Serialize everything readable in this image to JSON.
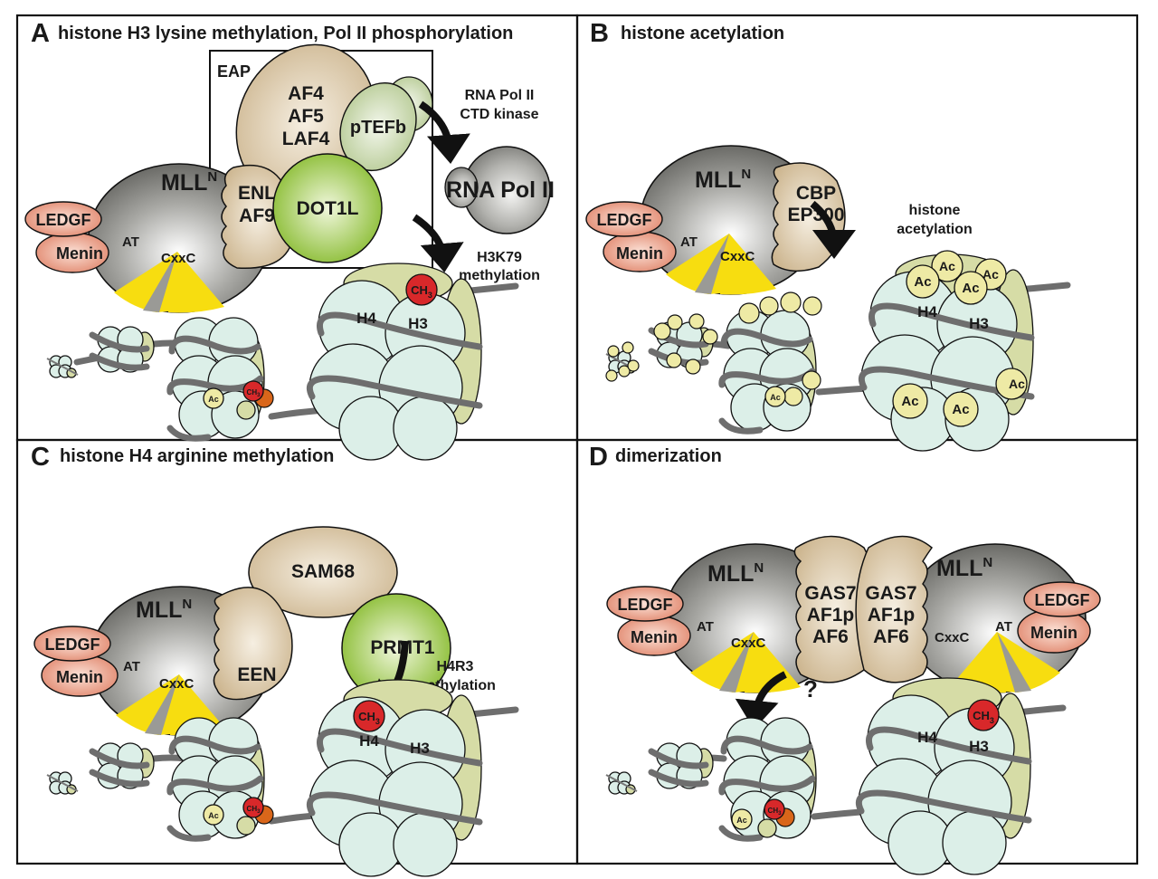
{
  "figure": {
    "colors": {
      "mll": "#8c8c88",
      "ledgf_menin": "#ec9a80",
      "at_cxxc": "#f7dd10",
      "partner_tan": "#d9c6a0",
      "dot1l_prmt1": "#9cc74a",
      "ptefb": "#c6d6ac",
      "rna_pol": "#9a9a96",
      "ch3": "#d8282a",
      "ac": "#eeeaa5",
      "histone": "#dcefe8",
      "dna": "#6e6e6e"
    },
    "common": {
      "mll": "MLL",
      "mll_sup": "N",
      "ledgf": "LEDGF",
      "menin": "Menin",
      "at": "AT",
      "cxxc": "CxxC",
      "h4": "H4",
      "h3": "H3",
      "ch3": "CH",
      "ch3_sub": "3",
      "ac": "Ac"
    },
    "panels": [
      {
        "letter": "A",
        "title": "histone H3 lysine methylation, Pol II phosphorylation",
        "complex_label": "EAP",
        "proteins": [
          "AF4",
          "AF5",
          "LAF4",
          "pTEFb",
          "ENL",
          "AF9",
          "DOT1L",
          "RNA Pol II"
        ],
        "annotations": [
          {
            "line1": "RNA Pol II",
            "line2": "CTD kinase"
          },
          {
            "line1": "H3K79",
            "line2": "methylation"
          }
        ]
      },
      {
        "letter": "B",
        "title": "histone acetylation",
        "proteins": [
          "CBP",
          "EP300"
        ],
        "annotations": [
          {
            "line1": "histone",
            "line2": "acetylation"
          }
        ]
      },
      {
        "letter": "C",
        "title": "histone H4 arginine methylation",
        "proteins": [
          "EEN",
          "SAM68",
          "PRMT1"
        ],
        "annotations": [
          {
            "line1": "H4R3",
            "line2": "methylation"
          }
        ]
      },
      {
        "letter": "D",
        "title": "dimerization",
        "proteins": [
          "GAS7",
          "AF1p",
          "AF6"
        ],
        "annotations": [
          {
            "line1": "?"
          }
        ]
      }
    ]
  }
}
